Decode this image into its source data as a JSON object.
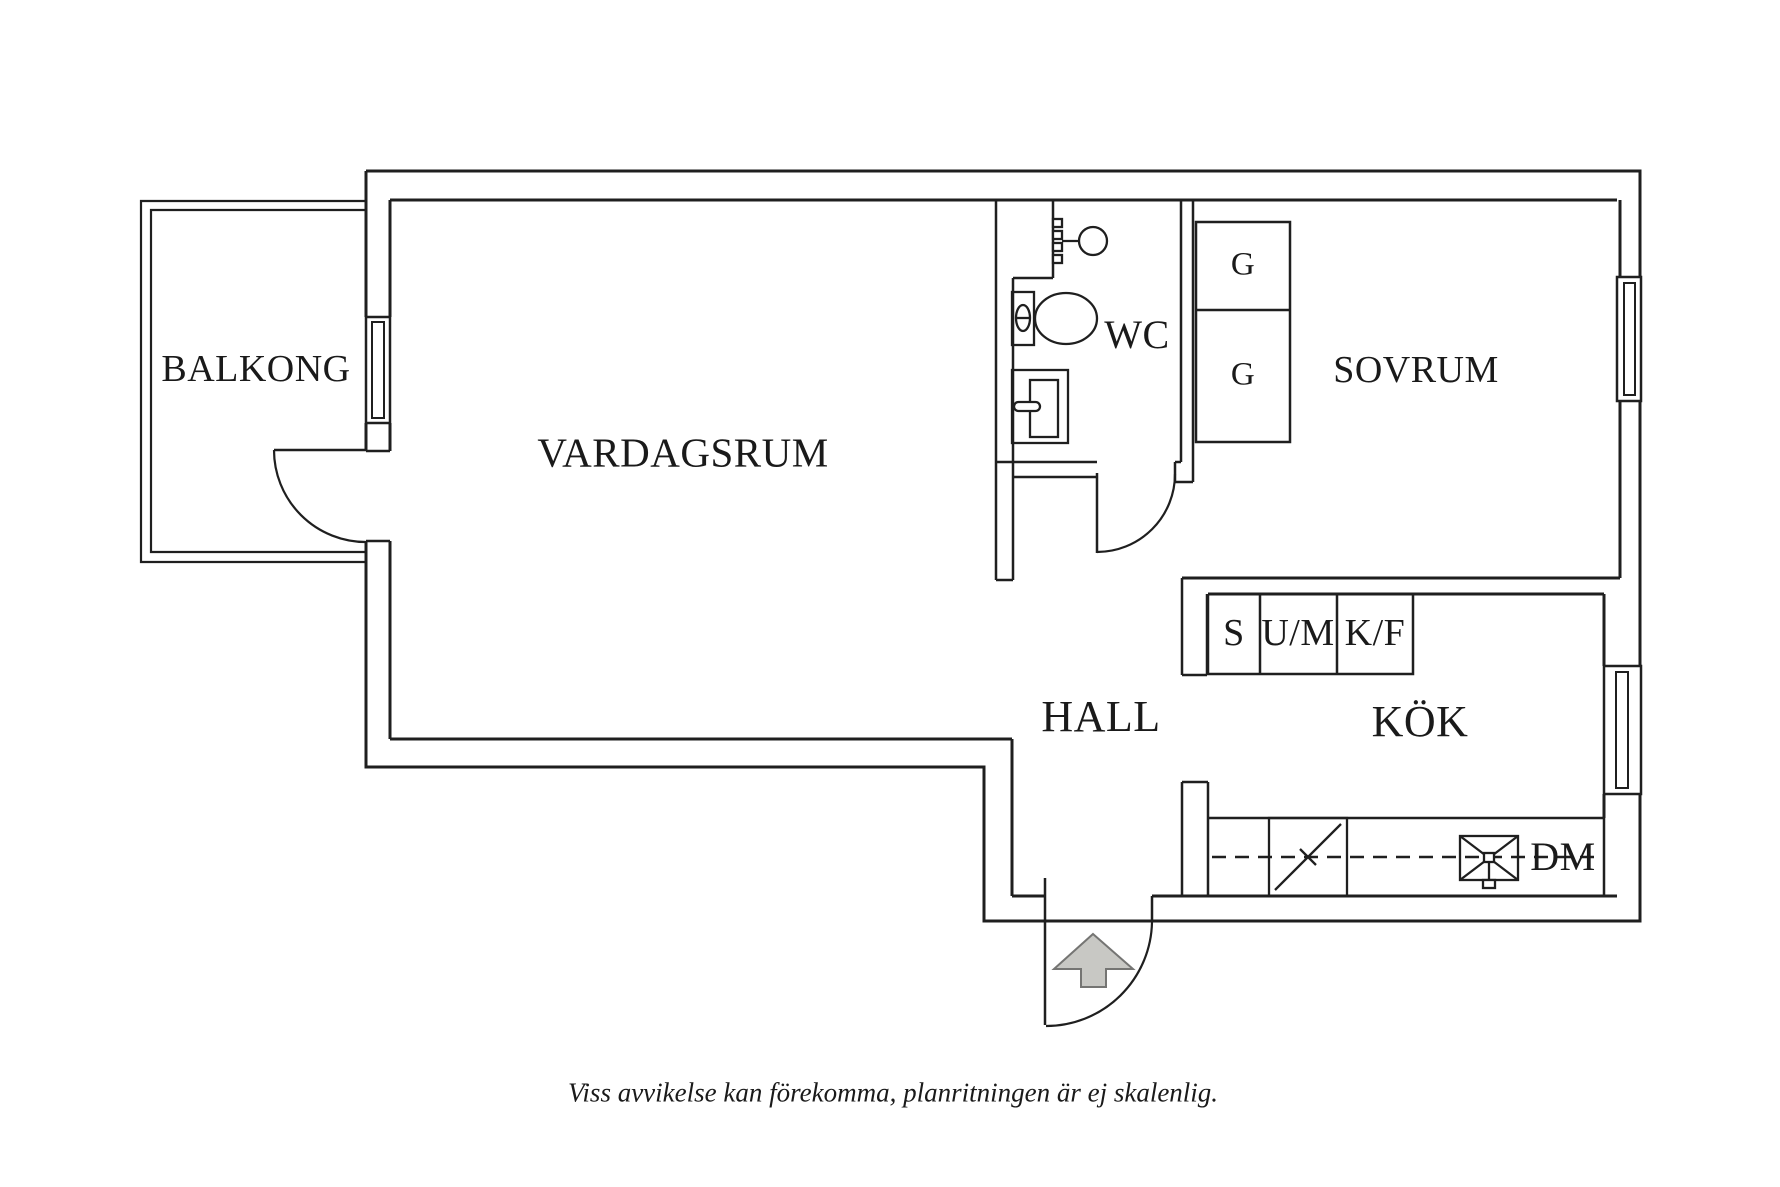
{
  "plan": {
    "rooms": [
      {
        "key": "balkong",
        "label": "BALKONG"
      },
      {
        "key": "vardagsrum",
        "label": "VARDAGSRUM"
      },
      {
        "key": "wc",
        "label": "WC"
      },
      {
        "key": "sovrum",
        "label": "SOVRUM"
      },
      {
        "key": "hall",
        "label": "HALL"
      },
      {
        "key": "kok",
        "label": "KÖK"
      }
    ],
    "wardrobes": [
      {
        "label": "G"
      },
      {
        "label": "G"
      }
    ],
    "kitchen_units": [
      {
        "label": "S"
      },
      {
        "label": "U/M"
      },
      {
        "label": "K/F"
      }
    ],
    "appliances": [
      {
        "label": "DM"
      }
    ]
  },
  "footer": {
    "disclaimer": "Viss avvikelse kan förekomma, planritningen är ej skalenlig."
  },
  "colors": {
    "line": "#1f1f1f",
    "text": "#1a1a1a",
    "arrow_fill": "#c8c8c4",
    "arrow_stroke": "#757573",
    "background": "#ffffff"
  }
}
